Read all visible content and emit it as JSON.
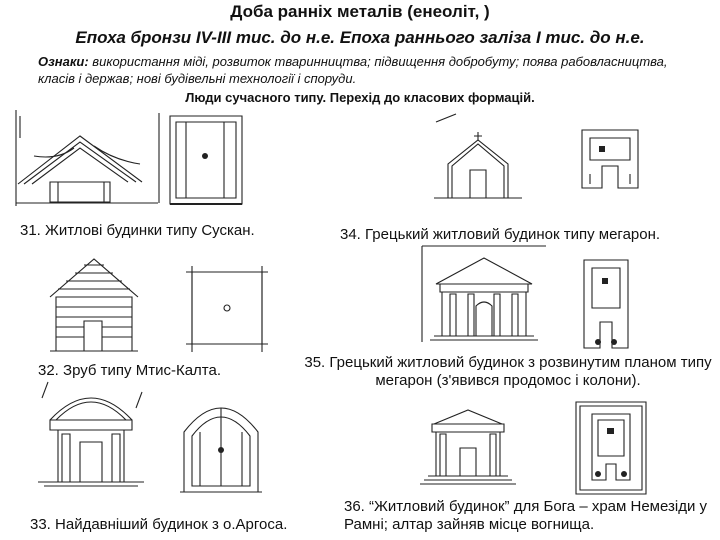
{
  "header": {
    "title": "Доба ранніх металів (енеоліт, )",
    "subtitle": "Епоха бронзи IV-III тис. до н.е. Епоха раннього заліза I тис. до н.е.",
    "features_label": "Ознаки:",
    "features_text": " використання міді, розвиток тваринництва; підвищення добробуту; поява рабовласництва, класів і держав; нові будівельні технології і споруди.",
    "people_text": "Люди сучасного типу. Перехід до класових формацій."
  },
  "captions": {
    "c31": "31. Житлові будинки типу Сускан.",
    "c32": "32.  Зруб типу Мтис-Калта.",
    "c33": "33. Найдавніший будинок з о.Аргоса.",
    "c34": "34. Грецький житловий будинок типу мегарон.",
    "c35": "35. Грецький житловий будинок з розвинутим планом типу мегарон (з'явився продомос і колони).",
    "c36": "36. “Житловий будинок” для Бога – храм Немезіди у Рамні; алтар зайняв місце вогнища."
  }
}
